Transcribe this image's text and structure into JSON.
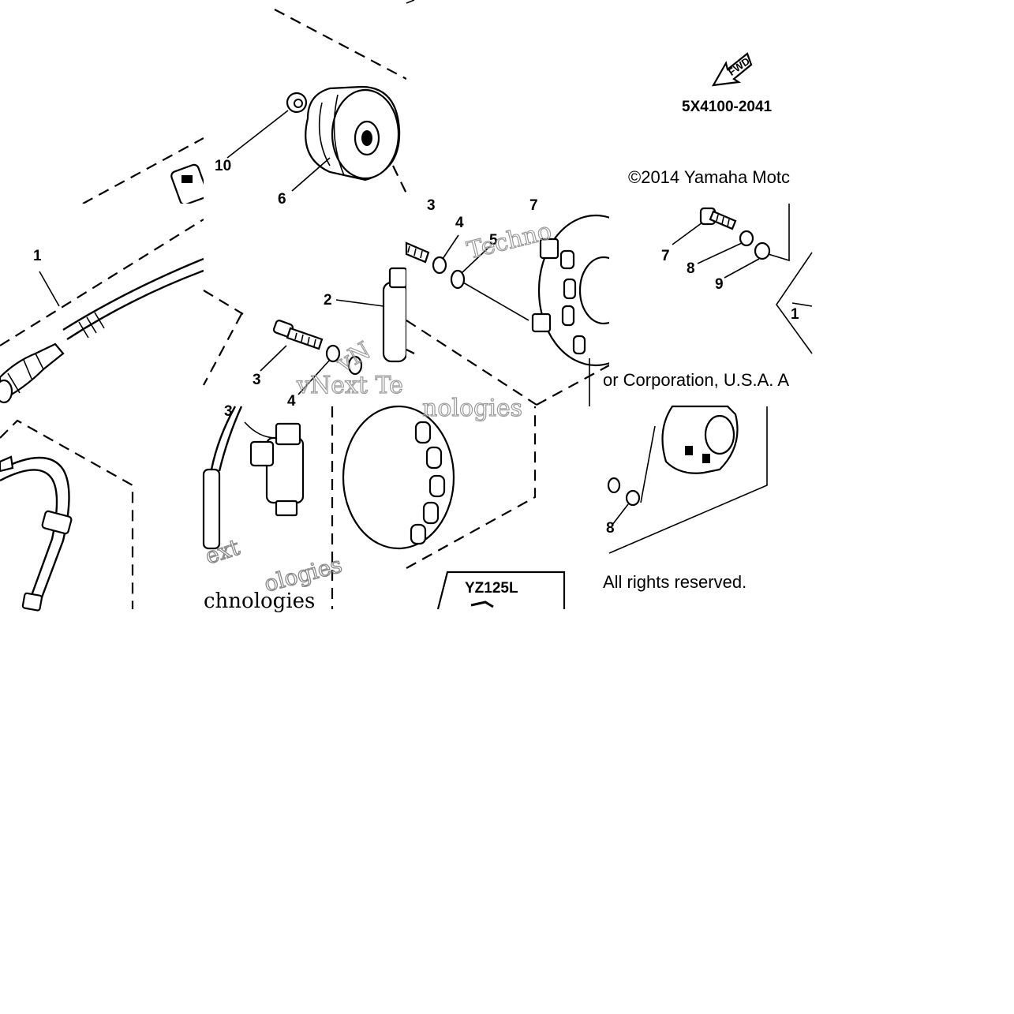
{
  "diagram": {
    "labels": {
      "l1": "1",
      "l2": "2",
      "l3a": "3",
      "l3b": "3",
      "l3c": "3",
      "l4a": "4",
      "l4b": "4",
      "l5": "5",
      "l6": "6",
      "l7a": "7",
      "l7b": "7",
      "l8a": "8",
      "l8b": "8",
      "l9": "9",
      "l10": "10",
      "l1b": "1"
    },
    "part_number": "5X4100-2041",
    "fwd_mark": "FWD",
    "model_box": "YZ125L",
    "copyright_line1": "©2014 Yamaha Motc",
    "copyright_line2": "or Corporation, U.S.A. A",
    "copyright_line3": "All rights reserved.",
    "watermarks": {
      "w1": "vNext Te",
      "w2": "Techno",
      "w3": "nologies",
      "w4": "ext",
      "w5": "ologies",
      "w6": "chnologies"
    },
    "colors": {
      "ink": "#000000",
      "watermark": "#9a9a9a",
      "background": "#ffffff"
    }
  }
}
